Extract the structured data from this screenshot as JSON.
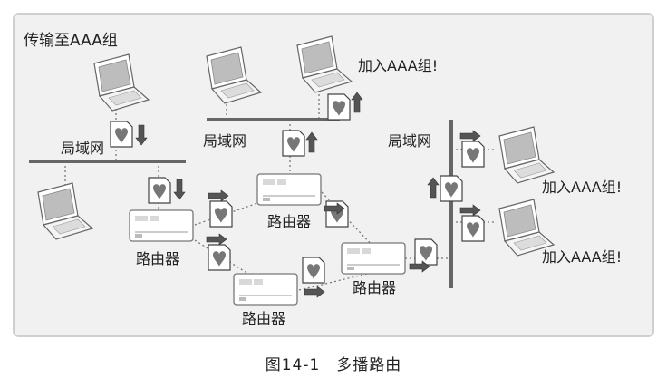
{
  "diagram": {
    "title": "传输至AAA组",
    "join_label": "加入AAA组!",
    "lan_label": "局域网",
    "router_label": "路由器"
  },
  "caption": "图14-1　多播路由",
  "colors": {
    "frame_fill": "#f1f1f1",
    "frame_border": "#cfcfcf",
    "arrow_gray": "#555555",
    "router_fill": "#ffffff"
  }
}
